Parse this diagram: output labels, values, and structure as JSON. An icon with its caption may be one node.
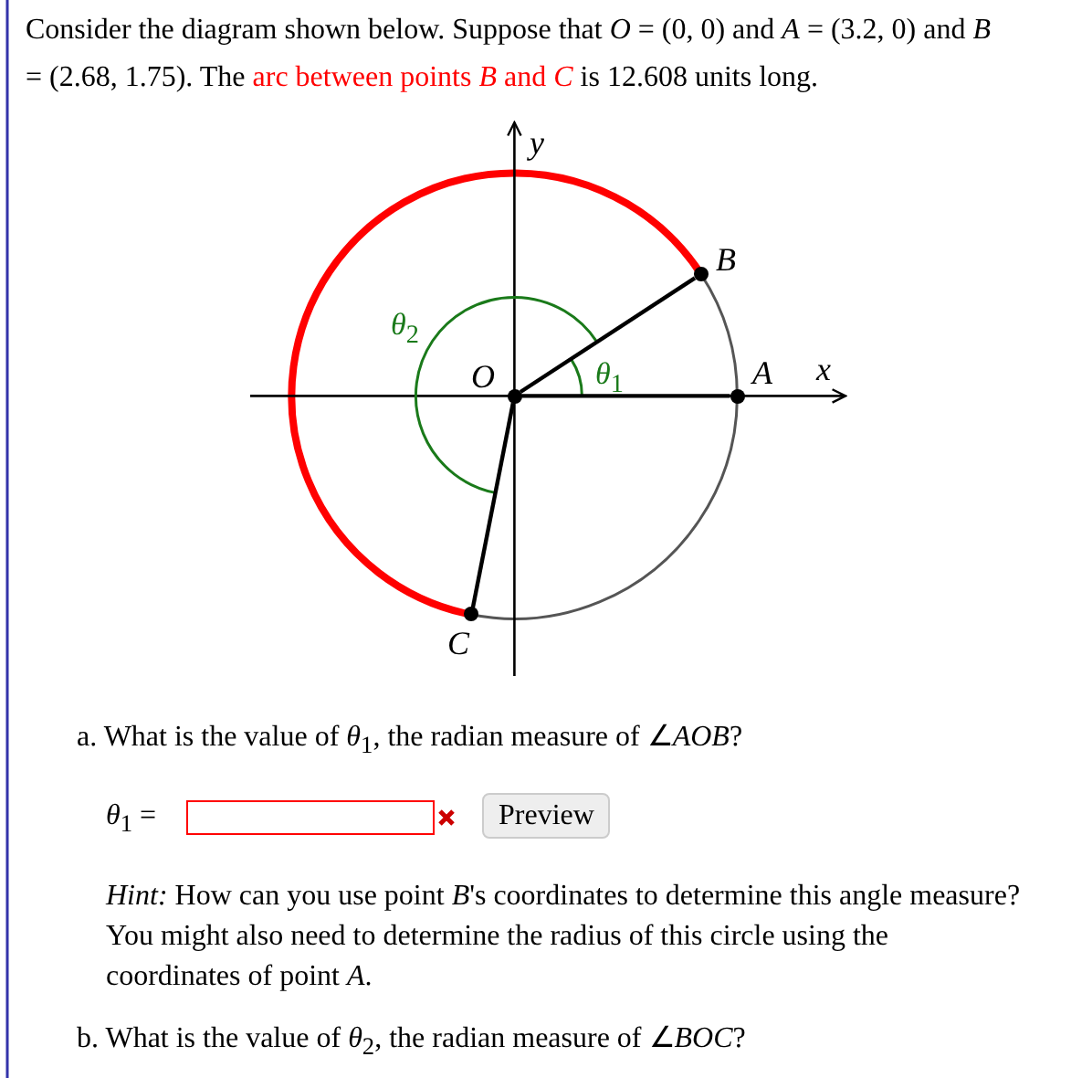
{
  "diagram": {
    "title": "Consider the diagram shown below. Suppose that *O* = (0, 0) and *A* = (3.2, 0) and *B* = (2.68, 1.75). The",
    "nodes": [
      {
        "text": [],
        "shape": "circle",
        "beside": [
          "*O*"
        ]
      },
      {
        "text": [],
        "shape": "circle",
        "beside": [
          "*A*"
        ]
      },
      {
        "text": [],
        "shape": "circle",
        "beside": [
          "*B*"
        ]
      },
      {
        "text": [],
        "shape": "circle",
        "beside": [
          "*C*"
        ]
      }
    ],
    "edges": [
      {
        "from": 0,
        "to": 1,
        "arrow": "none"
      },
      {
        "from": 0,
        "to": 2,
        "arrow": "none"
      },
      {
        "from": 0,
        "to": 3,
        "arrow": "none"
      }
    ],
    "labels": [
      "arc between points *B* and *C*",
      "is 12.608 units long.",
      "*y*",
      "*θ*$_{2}$",
      "*θ*$_{1}$",
      "*x*",
      "a. What is the value of *θ*$_{1}$, the radian measure of ∠*AOB*?",
      "*θ*$_{1}$ =",
      "Preview",
      "*Hint:* How can you use point *B*'s coordinates to determine this angle measure? You might also need to determine the radius of this circle using the coordinates of point *A*.",
      "b. What is the value of *θ*$_{2}$, the radian measure of ∠*BOC*?"
    ]
  }
}
